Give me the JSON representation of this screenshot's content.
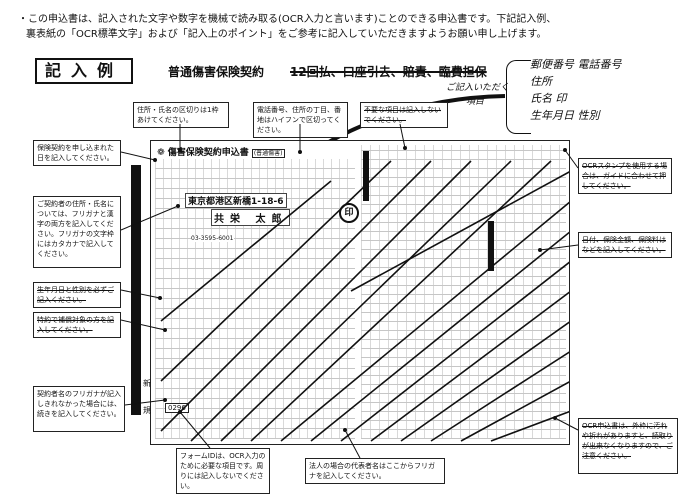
{
  "header": {
    "line1": "・この申込書は、記入された文字や数字を機械で読み取る(OCR入力と言います)ことのできる申込書です。下記記入例、",
    "line2": "裏表紙の「OCR標準文字」および「記入上のポイント」をご参考に記入していただきますようお願い申し上げます。"
  },
  "example": {
    "label": "記入例",
    "title": "普通傷害保険契約",
    "struck_items": "12回払、口座引去、賠責、臨費担保"
  },
  "handwritten": {
    "caption_1": "ご記入いただく",
    "caption_2": "項目",
    "items": [
      "郵便番号 電話番号",
      "住所",
      "氏名 印",
      "生年月日 性別"
    ]
  },
  "form": {
    "title": "傷害保険契約申込書",
    "tag": "(普通傷害)",
    "address": "東京都港区新橋1-18-6",
    "name": "共栄 太郎",
    "seal": "印",
    "phone": "03-3595-6001",
    "form_id": "0296",
    "side_label_1": "新",
    "side_label_2": "規"
  },
  "notes": {
    "name_boundary": "住所・氏名の区切りは1枠あけてください。",
    "phone_hyphen": "電話番号、住所の丁目、番地はハイフンで区切ってください。",
    "top_struck": "不要な項目は記入しないでください。",
    "date_written": "保険契約を申し込まれた日を記入してください。",
    "address_name": "ご契約者の住所・氏名については、フリガナと漢字の両方を記入してください。フリガナの文字枠にはカタカナで記入してください。",
    "left_struck_1": "生年月日と性別を必ずご記入ください。",
    "left_struck_2": "特約で補償対象の方を記入してください。",
    "kana_spill": "契約者名のフリガナが記入しきれなかった場合には、続きを記入してください。",
    "form_id_note": "フォームIDは、OCR入力のために必要な項目です。周りには記入しないでください。",
    "rep_name": "法人の場合の代表者名はここからフリガナを記入してください。",
    "right_struck_1": "OCRスタンプを使用する場合は、ガイドに合わせて押してください。",
    "right_struck_2": "日付、保険金額、保険料はなどを記入してください。",
    "right_struck_3": "OCR申込書は、外枠に汚れや折れがありますと、読取りが出来なくなりますので、ご注意ください。"
  }
}
